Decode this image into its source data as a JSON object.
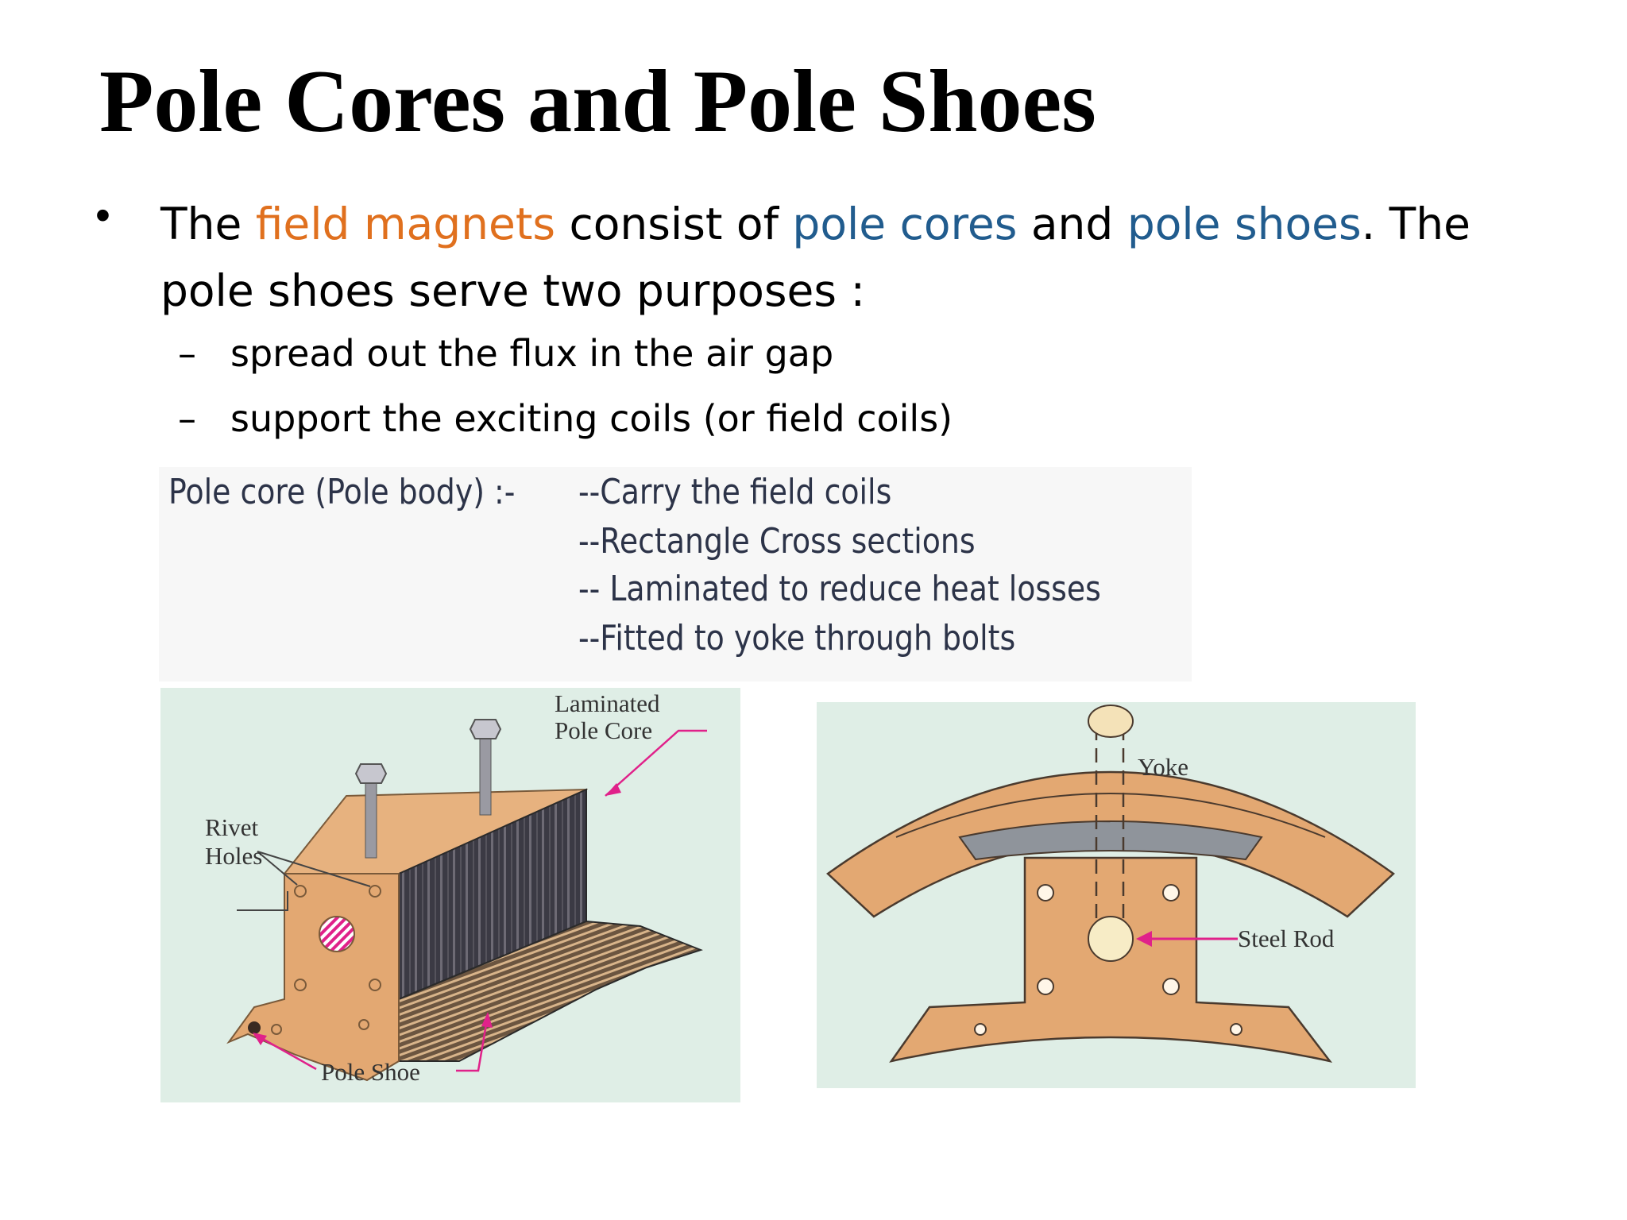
{
  "slide": {
    "title": "Pole Cores and Pole Shoes",
    "bullet": {
      "symbol": "•",
      "parts": [
        "The ",
        "field magnets",
        " consist of ",
        "pole cores",
        " and ",
        "pole shoes",
        ". The pole shoes serve two purposes :"
      ]
    },
    "sub_bullets": [
      {
        "dash": "–",
        "text": "spread out the flux in the air gap"
      },
      {
        "dash": "–",
        "text": "support the exciting coils (or field coils)"
      }
    ],
    "notes": {
      "lead": "Pole core (Pole body) :-",
      "lines": [
        "--Carry the field coils",
        "--Rectangle Cross sections",
        "-- Laminated to reduce heat losses",
        "--Fitted to yoke through bolts"
      ]
    },
    "diagram_left": {
      "labels": {
        "laminated": "Laminated",
        "pole_core": "Pole Core",
        "rivet": "Rivet",
        "holes": "Holes",
        "pole_shoe": "Pole Shoe"
      }
    },
    "diagram_right": {
      "labels": {
        "yoke": "Yoke",
        "steel_rod": "Steel Rod"
      }
    },
    "colors": {
      "orange": "#e0701e",
      "blue": "#215c8e",
      "copper": "#e3a872",
      "panel": "#dfeee6",
      "arrow": "#e0218a"
    }
  }
}
